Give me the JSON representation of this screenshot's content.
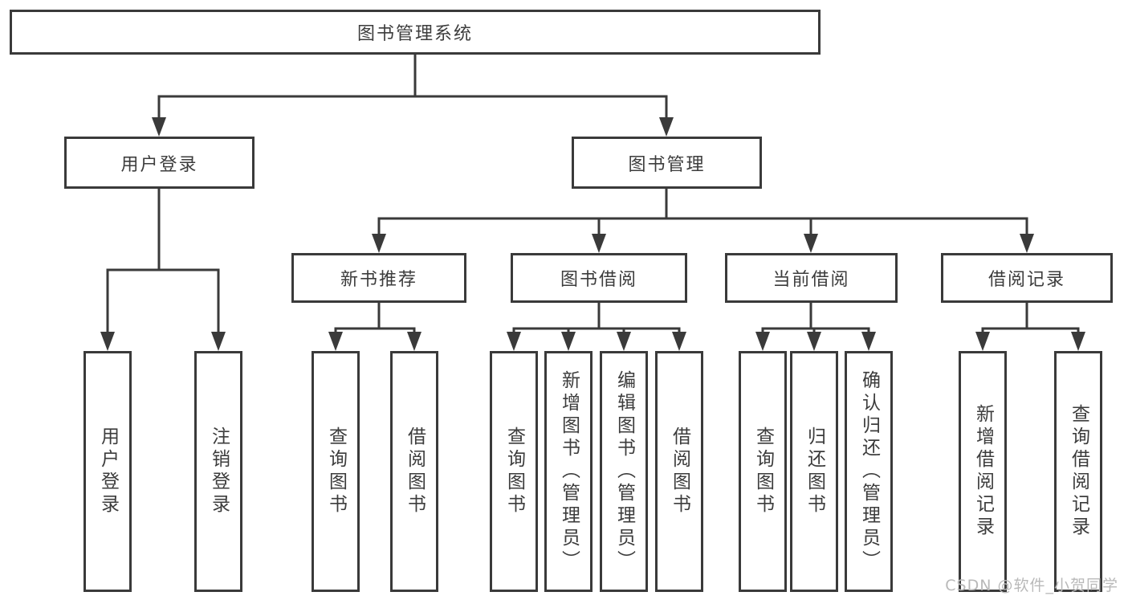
{
  "diagram": {
    "type": "tree-structure-diagram",
    "nodes": {
      "root": "图书管理系统",
      "user_login": "用户登录",
      "book_mgmt": "图书管理",
      "new_book_rec": "新书推荐",
      "book_borrow": "图书借阅",
      "current_borrow": "当前借阅",
      "borrow_records": "借阅记录",
      "leaf_user_login": "用户登录",
      "leaf_logout": "注销登录",
      "leaf_nbr_query": "查询图书",
      "leaf_nbr_borrow": "借阅图书",
      "leaf_bb_query": "查询图书",
      "leaf_bb_add": "新增图书（管理员）",
      "leaf_bb_edit": "编辑图书（管理员）",
      "leaf_bb_borrow": "借阅图书",
      "leaf_cb_query": "查询图书",
      "leaf_cb_return": "归还图书",
      "leaf_cb_confirm": "确认归还（管理员）",
      "leaf_br_add": "新增借阅记录",
      "leaf_br_query": "查询借阅记录"
    },
    "edges": [
      [
        "root",
        "user_login"
      ],
      [
        "root",
        "book_mgmt"
      ],
      [
        "user_login",
        "leaf_user_login"
      ],
      [
        "user_login",
        "leaf_logout"
      ],
      [
        "book_mgmt",
        "new_book_rec"
      ],
      [
        "book_mgmt",
        "book_borrow"
      ],
      [
        "book_mgmt",
        "current_borrow"
      ],
      [
        "book_mgmt",
        "borrow_records"
      ],
      [
        "new_book_rec",
        "leaf_nbr_query"
      ],
      [
        "new_book_rec",
        "leaf_nbr_borrow"
      ],
      [
        "book_borrow",
        "leaf_bb_query"
      ],
      [
        "book_borrow",
        "leaf_bb_add"
      ],
      [
        "book_borrow",
        "leaf_bb_edit"
      ],
      [
        "book_borrow",
        "leaf_bb_borrow"
      ],
      [
        "current_borrow",
        "leaf_cb_query"
      ],
      [
        "current_borrow",
        "leaf_cb_return"
      ],
      [
        "current_borrow",
        "leaf_cb_confirm"
      ],
      [
        "borrow_records",
        "leaf_br_add"
      ],
      [
        "borrow_records",
        "leaf_br_query"
      ]
    ],
    "colors": {
      "line": "#3a3a3a",
      "text": "#3c3c3c",
      "background": "#ffffff",
      "watermark": "#b9b9b9"
    }
  },
  "watermark": {
    "text": "CSDN @软件_小贺同学"
  }
}
